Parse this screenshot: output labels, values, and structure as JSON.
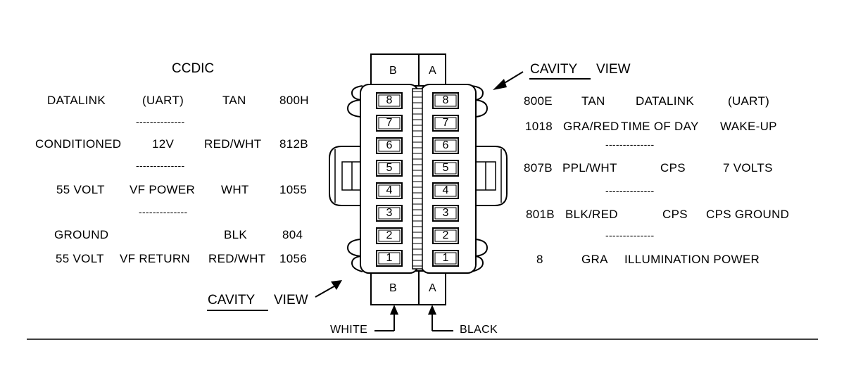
{
  "left": {
    "title": "CCDIC",
    "rows": [
      {
        "name": "DATALINK",
        "col2": "(UART)",
        "color": "TAN",
        "circuit": "800H"
      },
      {
        "name": "CONDITIONED",
        "col2": "12V",
        "color": "RED/WHT",
        "circuit": "812B"
      },
      {
        "name": "55 VOLT",
        "col2": "VF POWER",
        "color": "WHT",
        "circuit": "1055"
      },
      {
        "name": "GROUND",
        "col2": "",
        "color": "BLK",
        "circuit": "804"
      },
      {
        "name": "55 VOLT",
        "col2": "VF RETURN",
        "color": "RED/WHT",
        "circuit": "1056"
      }
    ],
    "dashes": "--------------"
  },
  "right": {
    "rows": [
      {
        "circuit": "800E",
        "color": "TAN",
        "c3": "DATALINK",
        "c4": "(UART)"
      },
      {
        "circuit": "1018",
        "color": "GRA/RED",
        "c3": "TIME OF DAY",
        "c4": "WAKE-UP"
      },
      {
        "circuit": "807B",
        "color": "PPL/WHT",
        "c3": "CPS",
        "c4": "7 VOLTS"
      },
      {
        "circuit": "801B",
        "color": "BLK/RED",
        "c3": "CPS",
        "c4": "CPS GROUND"
      },
      {
        "circuit": "8",
        "color": "GRA",
        "c3": "ILLUMINATION POWER",
        "c4": ""
      }
    ],
    "dashes": "--------------"
  },
  "connector": {
    "side_b": "B",
    "side_a": "A",
    "pins": [
      "8",
      "7",
      "6",
      "5",
      "4",
      "3",
      "2",
      "1"
    ]
  },
  "labels": {
    "cavity_view_top": {
      "word1": "CAVITY",
      "word2": "VIEW"
    },
    "cavity_view_bottom": {
      "word1": "CAVITY",
      "word2": "VIEW"
    },
    "white": "WHITE",
    "black": "BLACK"
  }
}
